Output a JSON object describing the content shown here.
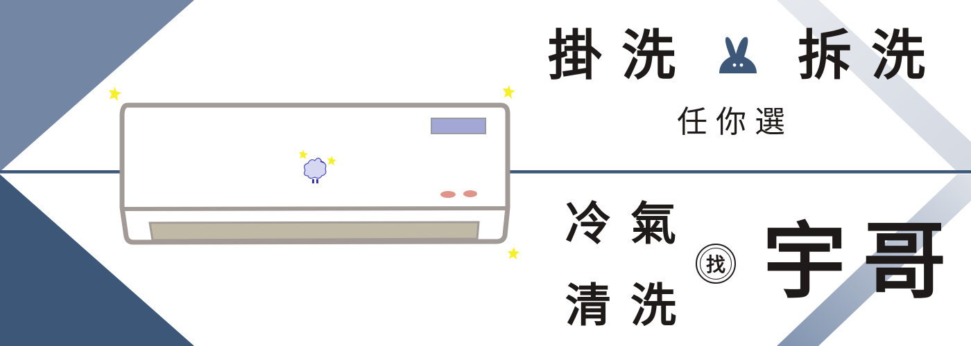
{
  "banner": {
    "headline": {
      "left_chars": [
        "掛",
        "洗"
      ],
      "right_chars": [
        "拆",
        "洗"
      ],
      "separator_icon": "rabbit-icon"
    },
    "subtitle_chars": [
      "任",
      "你",
      "選"
    ],
    "service_lines": [
      [
        "冷",
        "氣"
      ],
      [
        "清",
        "洗"
      ]
    ],
    "seal_char": "找",
    "brand_chars": [
      "宇",
      "哥"
    ],
    "illustration": {
      "subject": "air-conditioner",
      "mascot": "sheep-icon",
      "sparkles": 5
    }
  },
  "colors": {
    "top_left_triangle": "#7386a3",
    "bottom_left_triangle": "#3d5779",
    "divider_line": "#3d5779",
    "right_chevron_light": "#dde1e8",
    "right_chevron_dark": "#8a9bb5",
    "ac_outline": "#a19a96",
    "ac_vent": "#bfb9a6",
    "ac_display": "#a3a7d6",
    "ac_lights": "#e0958a",
    "sparkle": "#f7ef2a",
    "rabbit": "#3d5779",
    "text": "#1f1a1a"
  }
}
